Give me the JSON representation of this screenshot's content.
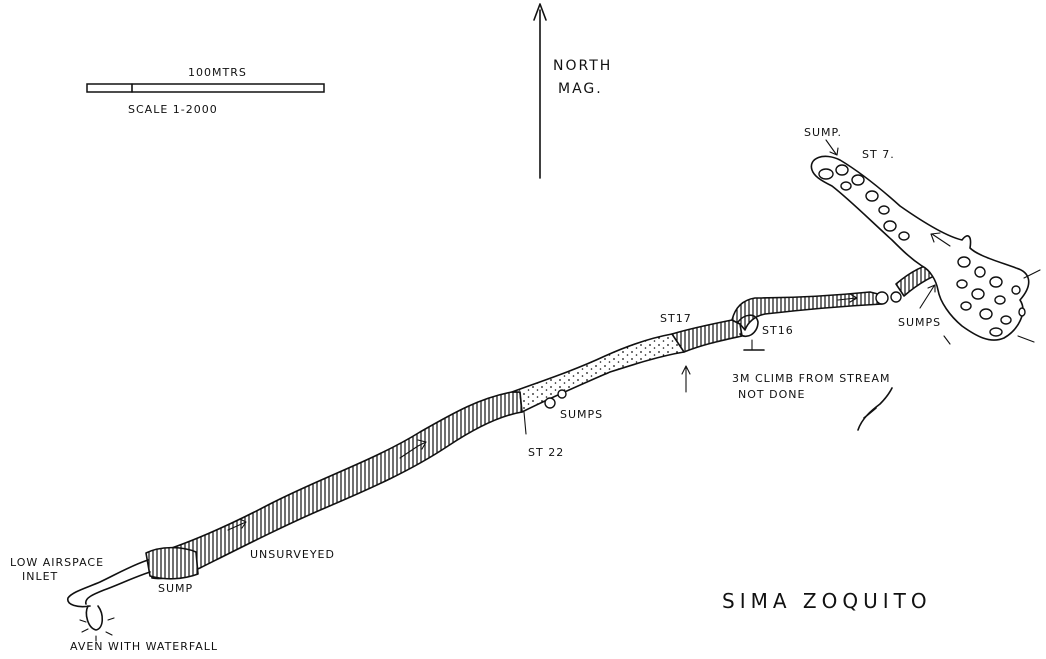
{
  "map": {
    "title": "SIMA ZOQUITO",
    "north": {
      "line1": "NORTH",
      "line2": "MAG."
    },
    "scale": {
      "length_label": "100MTRS",
      "ratio_label": "SCALE 1-2000"
    },
    "labels": {
      "sump_top": "SUMP.",
      "st7": "ST 7.",
      "sumps_right": "SUMPS",
      "st17": "ST17",
      "st16": "ST16",
      "climb_line1": "3M CLIMB FROM STREAM",
      "climb_line2": "NOT DONE",
      "sumps_mid": "SUMPS",
      "st22": "ST 22",
      "unsurveyed": "UNSURVEYED",
      "sump_left": "SUMP",
      "low_airspace_line1": "LOW AIRSPACE",
      "low_airspace_line2": "INLET",
      "aven": "AVEN WITH WATERFALL"
    }
  }
}
